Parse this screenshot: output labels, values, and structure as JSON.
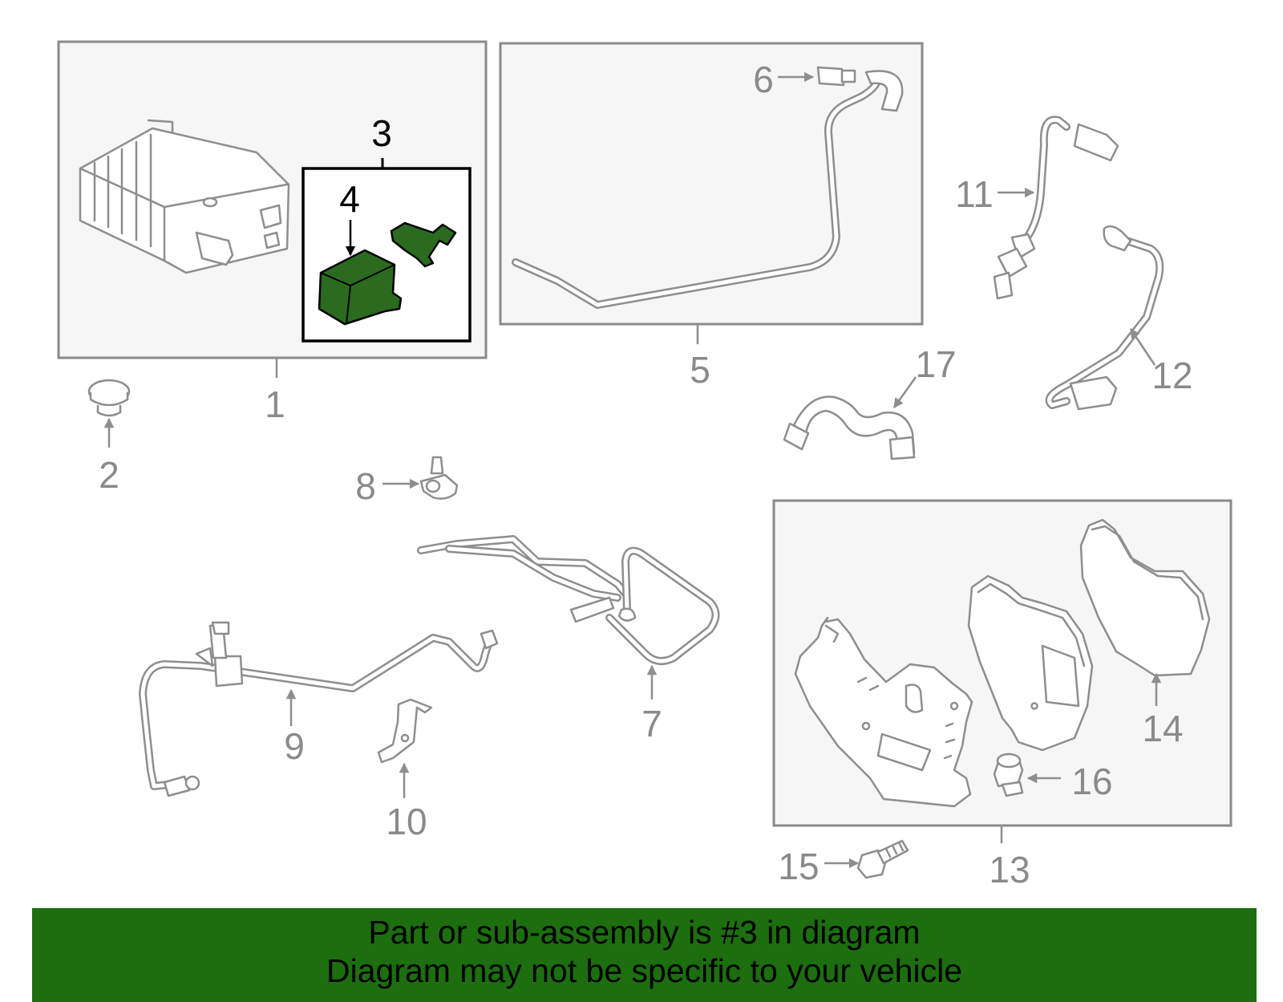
{
  "callouts": {
    "c1": "1",
    "c2": "2",
    "c3": "3",
    "c4": "4",
    "c5": "5",
    "c6": "6",
    "c7": "7",
    "c8": "8",
    "c9": "9",
    "c10": "10",
    "c11": "11",
    "c12": "12",
    "c13": "13",
    "c14": "14",
    "c15": "15",
    "c16": "16",
    "c17": "17"
  },
  "banner": {
    "line1": "Part or sub-assembly is #3 in diagram",
    "line2": "Diagram may not be specific to your vehicle"
  },
  "colors": {
    "banner_bg": "#1c6e0f",
    "highlight_part": "#2b6b1f",
    "frame_fill": "#f6f6f6",
    "line_gray": "#8e8e8e"
  }
}
